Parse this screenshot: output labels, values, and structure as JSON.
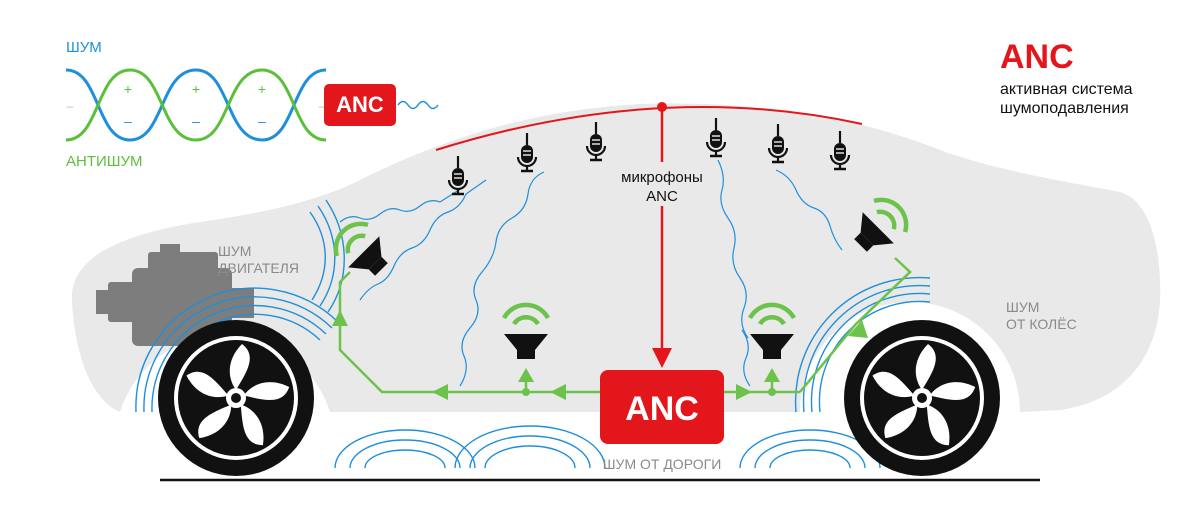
{
  "legend": {
    "noise_label": "ШУМ",
    "antinoise_label": "АНТИШУМ",
    "plus": "+",
    "minus": "–",
    "anc_badge": "ANC"
  },
  "title": {
    "main": "ANC",
    "line1": "активная система",
    "line2": "шумоподавления"
  },
  "labels": {
    "engine_line1": "ШУМ",
    "engine_line2": "ДВИГАТЕЛЯ",
    "wheels_line1": "ШУМ",
    "wheels_line2": "ОТ КОЛЁС",
    "road": "ШУМ ОТ ДОРОГИ",
    "mics_line1": "микрофоны",
    "mics_line2": "ANC",
    "controller": "ANC"
  },
  "colors": {
    "red": "#e3171b",
    "green": "#6cc24a",
    "blue": "#1f8fdc",
    "car_body": "#e8e8e8",
    "black": "#111111"
  },
  "icons": [
    "engine-icon",
    "microphone-icon",
    "speaker-icon",
    "wheel-icon",
    "sound-wave-icon"
  ]
}
